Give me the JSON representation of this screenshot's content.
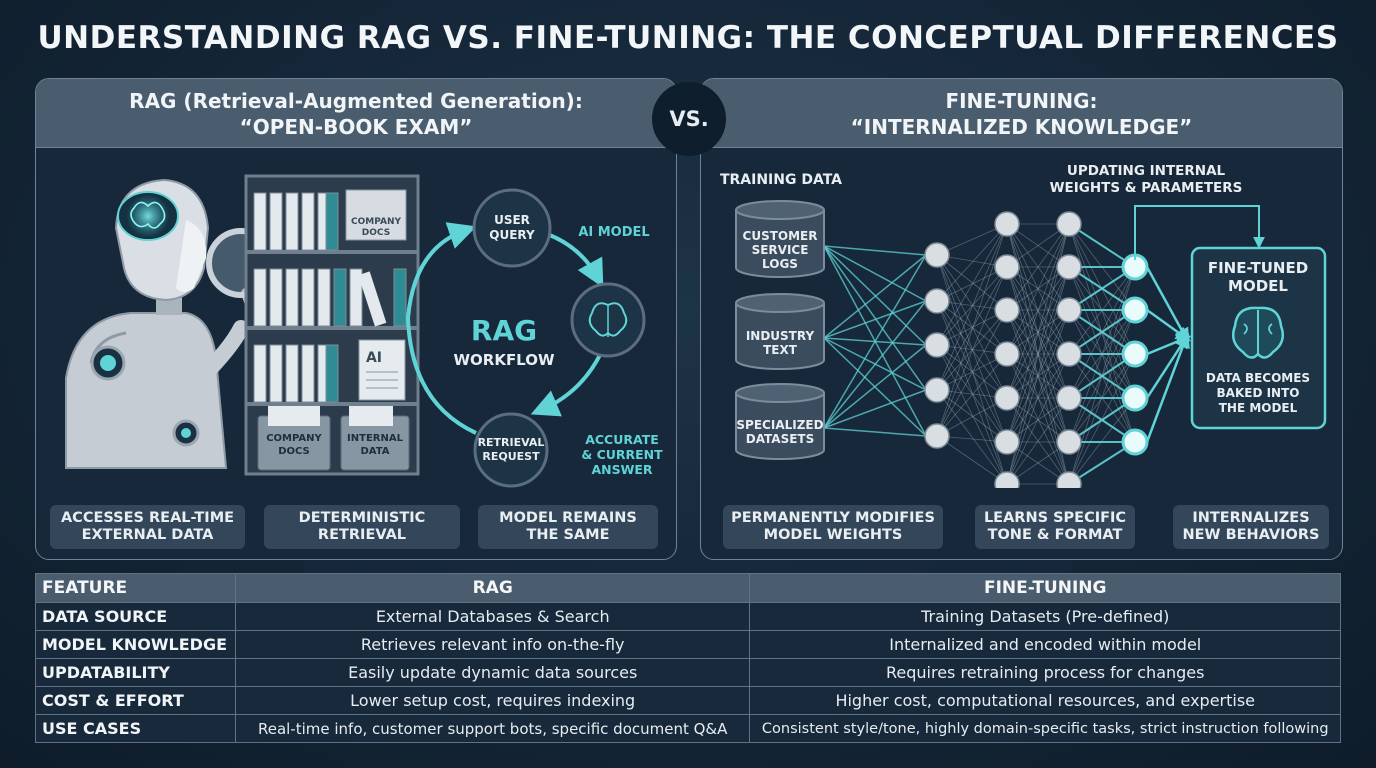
{
  "title": "UNDERSTANDING RAG VS. FINE-TUNING: THE CONCEPTUAL DIFFERENCES",
  "vs_label": "VS.",
  "rag": {
    "header_line1": "RAG (Retrieval-Augmented Generation):",
    "header_line2": "“OPEN-BOOK EXAM”",
    "shelf_labels": {
      "company_docs_top": [
        "COMPANY",
        "DOCS"
      ],
      "ai_doc": "AI",
      "company_docs_bottom": [
        "COMPANY",
        "DOCS"
      ],
      "internal_data": [
        "INTERNAL",
        "DATA"
      ]
    },
    "workflow": {
      "center_line1": "RAG",
      "center_line2": "WORKFLOW",
      "user_query": [
        "USER",
        "QUERY"
      ],
      "ai_model": "AI MODEL",
      "retrieval_request": [
        "RETRIEVAL",
        "REQUEST"
      ],
      "accurate_answer": [
        "ACCURATE",
        "& CURRENT",
        "ANSWER"
      ]
    },
    "chips": [
      [
        "ACCESSES REAL-TIME",
        "EXTERNAL DATA"
      ],
      [
        "DETERMINISTIC",
        "RETRIEVAL"
      ],
      [
        "MODEL REMAINS",
        "THE SAME"
      ]
    ]
  },
  "finetuning": {
    "header_line1": "FINE-TUNING:",
    "header_line2": "“INTERNALIZED KNOWLEDGE”",
    "training_data_label": "TRAINING DATA",
    "datasets": [
      [
        "CUSTOMER",
        "SERVICE",
        "LOGS"
      ],
      [
        "INDUSTRY",
        "TEXT"
      ],
      [
        "SPECIALIZED",
        "DATASETS"
      ]
    ],
    "weights_label": [
      "UPDATING INTERNAL",
      "WEIGHTS & PARAMETERS"
    ],
    "model_box": {
      "title": [
        "FINE-TUNED",
        "MODEL"
      ],
      "caption": [
        "DATA BECOMES",
        "BAKED INTO",
        "THE MODEL"
      ]
    },
    "chips": [
      [
        "PERMANENTLY MODIFIES",
        "MODEL WEIGHTS"
      ],
      [
        "LEARNS SPECIFIC",
        "TONE & FORMAT"
      ],
      [
        "INTERNALIZES",
        "NEW BEHAVIORS"
      ]
    ]
  },
  "table": {
    "headers": [
      "FEATURE",
      "RAG",
      "FINE-TUNING"
    ],
    "rows": [
      [
        "DATA SOURCE",
        "External Databases & Search",
        "Training Datasets (Pre-defined)"
      ],
      [
        "MODEL KNOWLEDGE",
        "Retrieves relevant info on-the-fly",
        "Internalized and encoded within model"
      ],
      [
        "UPDATABILITY",
        "Easily update dynamic data sources",
        "Requires retraining process for changes"
      ],
      [
        "COST & EFFORT",
        "Lower setup cost, requires indexing",
        "Higher cost, computational resources, and expertise"
      ],
      [
        "USE CASES",
        "Real-time info, customer support bots, specific document Q&A",
        "Consistent style/tone, highly domain-specific tasks, strict instruction following"
      ]
    ]
  },
  "colors": {
    "accent": "#5fd3d6",
    "panel_header": "#4a5d6f",
    "background": "#142637",
    "node": "#d9dee3"
  }
}
